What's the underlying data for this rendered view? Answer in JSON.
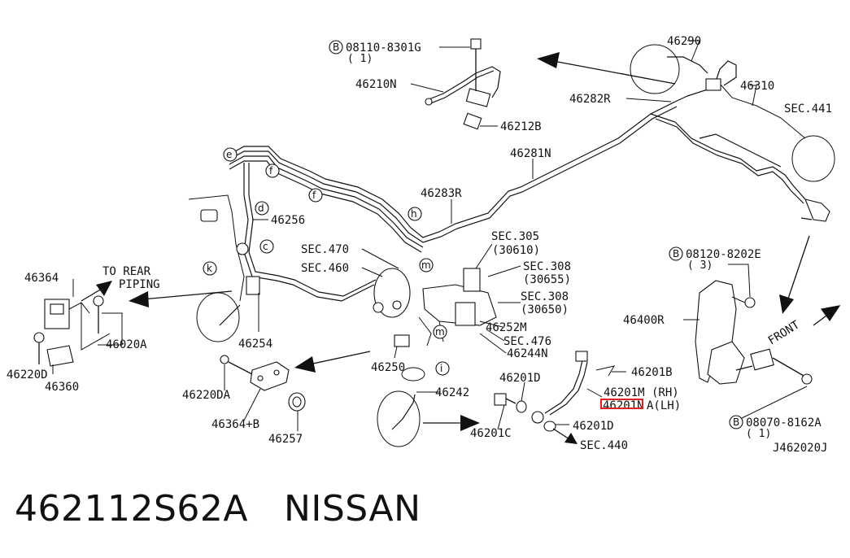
{
  "labels": {
    "p46290": "46290",
    "p46310": "46310",
    "sec441": "SEC.441",
    "bolt_top": "08110-8301G",
    "bolt_top_qty": "( 1)",
    "p46210n": "46210N",
    "p46212b": "46212B",
    "p46282r": "46282R",
    "p46281n": "46281N",
    "p46283r": "46283R",
    "p46256": "46256",
    "sec470": "SEC.470",
    "sec460": "SEC.460",
    "sec305": "SEC.305",
    "sec305_sub": "(30610)",
    "sec308a": "SEC.308",
    "sec308a_sub": "(30655)",
    "sec308b": "SEC.308",
    "sec308b_sub": "(30650)",
    "p46252m": "46252M",
    "sec476": "SEC.476",
    "p46244n": "46244N",
    "p46364": "46364",
    "to_rear": "TO REAR",
    "piping": "PIPING",
    "p46020a": "46020A",
    "p46220d": "46220D",
    "p46360": "46360",
    "p46254": "46254",
    "p46250": "46250",
    "p46242": "46242",
    "p46220da": "46220DA",
    "p46364b": "46364+B",
    "p46257": "46257",
    "p46201d_a": "46201D",
    "p46201c": "46201C",
    "p46201d_b": "46201D",
    "sec440": "SEC.440",
    "p46201m": "46201M (RH)",
    "p46201n": "46201N",
    "p46201n_lh": "A(LH)",
    "p46201b": "46201B",
    "bolt_right": "08120-8202E",
    "bolt_right_qty": "( 3)",
    "p46400r": "46400R",
    "front": "FRONT",
    "bolt_bottom": "08070-8162A",
    "bolt_bottom_qty": "( 1)",
    "diagram_id": "J462020J",
    "b_mark": "B"
  },
  "clip_letters": [
    "e",
    "f",
    "f",
    "d",
    "h",
    "c",
    "k",
    "m",
    "m",
    "i"
  ],
  "footer": {
    "part_number": "462112S62A",
    "brand": "NISSAN"
  },
  "highlight_color": "#e02020"
}
